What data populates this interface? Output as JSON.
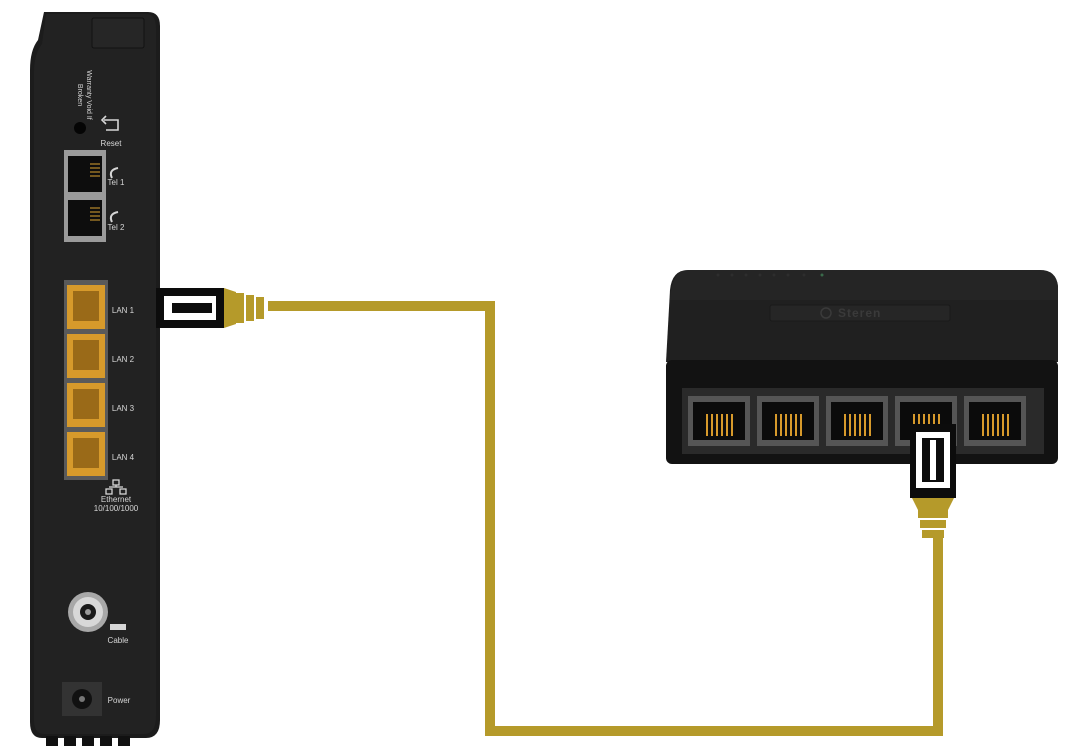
{
  "modem": {
    "warranty_label": "Warranty Void If Broken",
    "reset_label": "Reset",
    "tel_ports": [
      "Tel 1",
      "Tel 2"
    ],
    "lan_ports": [
      "LAN 1",
      "LAN 2",
      "LAN 3",
      "LAN 4"
    ],
    "ethernet_label": "Ethernet",
    "ethernet_speed": "10/100/1000",
    "cable_label": "Cable",
    "power_label": "Power"
  },
  "switch": {
    "brand": "Steren",
    "port_count": 5,
    "connected_port_index": 3
  },
  "colors": {
    "cable": "#b59a2a",
    "port_gold": "#d79a2b",
    "device_body": "#1b1b1b",
    "plug_black": "#0c0c0c",
    "plug_white": "#ffffff"
  }
}
